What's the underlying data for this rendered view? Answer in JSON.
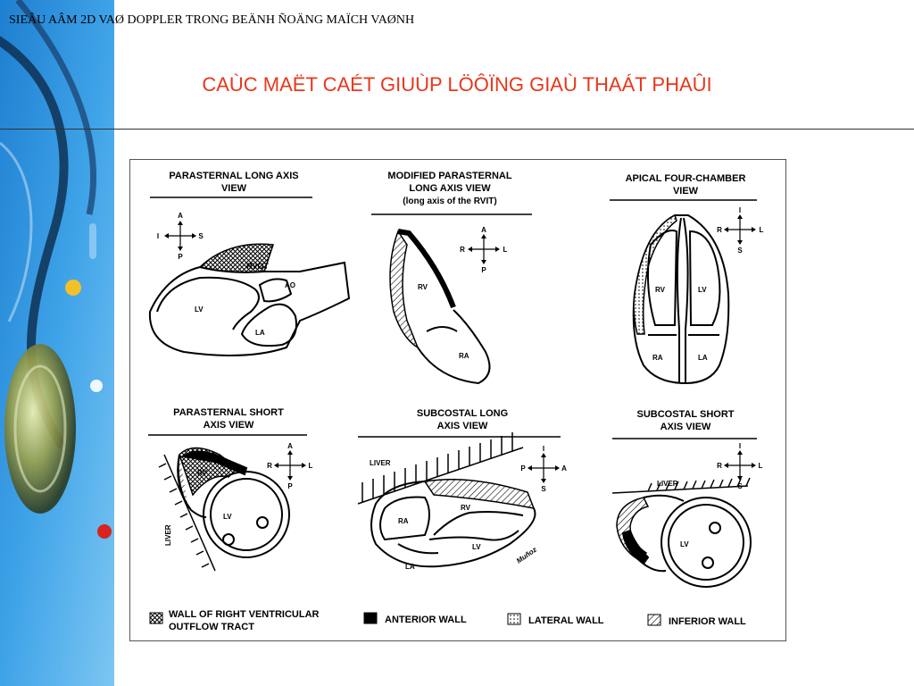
{
  "header": {
    "subject": "SIEÂU AÂM 2D VAØ DOPPLER TRONG BEÄNH ÑOÄNG MAÏCH VAØNH",
    "title": "CAÙC MAËT CAÉT GIUÙP LÖÔÏNG GIAÙ THAÁT PHAÛI"
  },
  "figure": {
    "panels": [
      {
        "title_lines": [
          "PARASTERNAL LONG AXIS",
          "VIEW"
        ],
        "orientation": {
          "up": "A",
          "down": "P",
          "left": "I",
          "right": "S"
        },
        "labels": {
          "rvot": "RVOT",
          "ao": "AO",
          "lv": "LV",
          "la": "LA"
        }
      },
      {
        "title_lines": [
          "MODIFIED PARASTERNAL",
          "LONG AXIS VIEW",
          "(long axis of the RVIT)"
        ],
        "orientation": {
          "up": "A",
          "down": "P",
          "left": "R",
          "right": "L"
        },
        "labels": {
          "rv": "RV",
          "ra": "RA"
        }
      },
      {
        "title_lines": [
          "APICAL FOUR-CHAMBER",
          "VIEW"
        ],
        "orientation": {
          "up": "I",
          "down": "S",
          "left": "R",
          "right": "L"
        },
        "labels": {
          "rv": "RV",
          "lv": "LV",
          "ra": "RA",
          "la": "LA"
        }
      },
      {
        "title_lines": [
          "PARASTERNAL SHORT",
          "AXIS VIEW"
        ],
        "orientation": {
          "up": "A",
          "down": "P",
          "left": "R",
          "right": "L"
        },
        "labels": {
          "rv": "RV",
          "lv": "LV",
          "liver": "LIVER"
        }
      },
      {
        "title_lines": [
          "SUBCOSTAL LONG",
          "AXIS VIEW"
        ],
        "orientation": {
          "up": "I",
          "down": "S",
          "left": "P",
          "right": "A"
        },
        "labels": {
          "liver": "LIVER",
          "rv": "RV",
          "ra": "RA",
          "lv": "LV",
          "la": "LA",
          "signature": "Muñoz"
        }
      },
      {
        "title_lines": [
          "SUBCOSTAL SHORT",
          "AXIS VIEW"
        ],
        "orientation": {
          "up": "I",
          "down": "S",
          "left": "R",
          "right": "L"
        },
        "labels": {
          "liver": "LIVER",
          "lv": "LV"
        }
      }
    ],
    "legend": [
      {
        "lines": [
          "WALL OF RIGHT VENTRICULAR",
          "OUTFLOW TRACT"
        ],
        "pattern": "stars"
      },
      {
        "lines": [
          "ANTERIOR WALL"
        ],
        "pattern": "solid"
      },
      {
        "lines": [
          "LATERAL WALL"
        ],
        "pattern": "dots"
      },
      {
        "lines": [
          "INFERIOR WALL"
        ],
        "pattern": "hatch"
      }
    ]
  }
}
